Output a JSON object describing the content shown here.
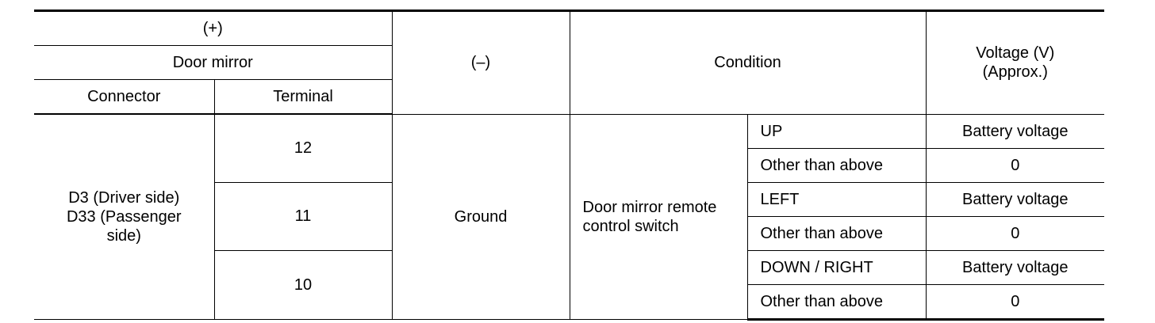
{
  "header": {
    "plus": "(+)",
    "door_mirror": "Door mirror",
    "connector": "Connector",
    "terminal": "Terminal",
    "minus": "(–)",
    "condition": "Condition",
    "voltage_line1": "Voltage (V)",
    "voltage_line2": "(Approx.)"
  },
  "body": {
    "connector_lines": [
      "D3 (Driver side)",
      "D33 (Passenger",
      "side)"
    ],
    "ground": "Ground",
    "condition_lines": [
      "Door mirror remote",
      "control switch"
    ],
    "terminals": [
      {
        "terminal": "12",
        "states": [
          {
            "state": "UP",
            "voltage": "Battery voltage"
          },
          {
            "state": "Other than above",
            "voltage": "0"
          }
        ]
      },
      {
        "terminal": "11",
        "states": [
          {
            "state": "LEFT",
            "voltage": "Battery voltage"
          },
          {
            "state": "Other than above",
            "voltage": "0"
          }
        ]
      },
      {
        "terminal": "10",
        "states": [
          {
            "state": "DOWN / RIGHT",
            "voltage": "Battery voltage"
          },
          {
            "state": "Other than above",
            "voltage": "0"
          }
        ]
      }
    ]
  }
}
